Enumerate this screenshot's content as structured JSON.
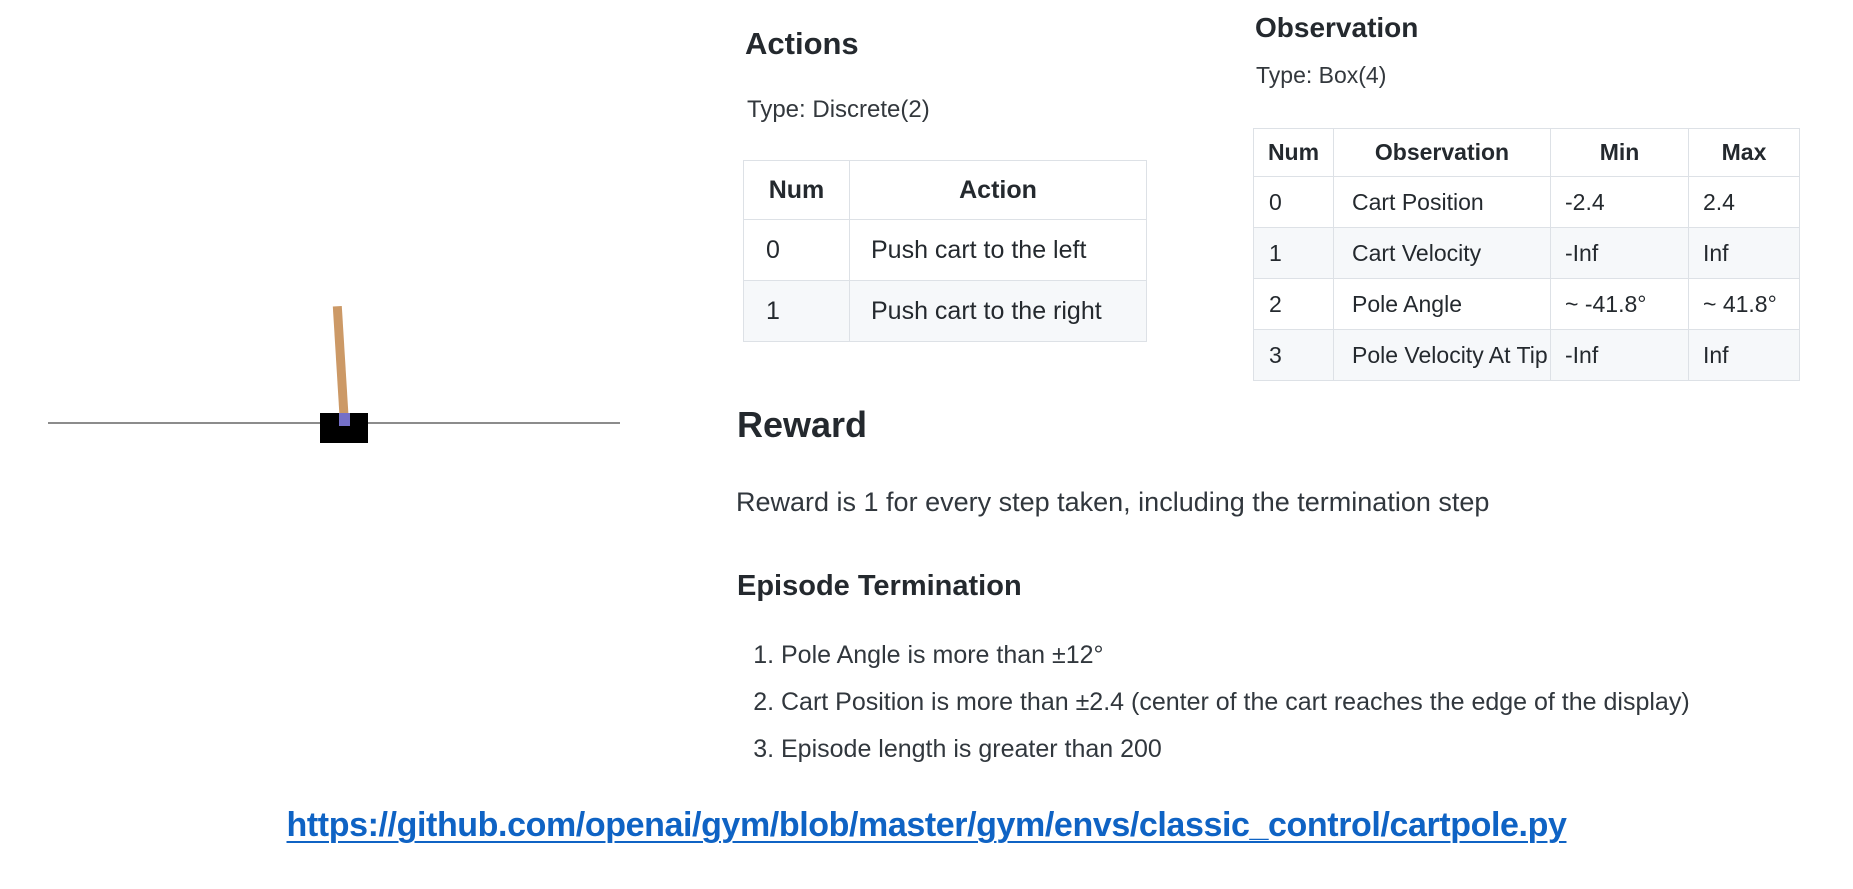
{
  "actions": {
    "title": "Actions",
    "type_label": "Type: Discrete(2)",
    "table": {
      "headers": [
        "Num",
        "Action"
      ],
      "rows": [
        [
          "0",
          "Push cart to the left"
        ],
        [
          "1",
          "Push cart to the right"
        ]
      ]
    }
  },
  "observation": {
    "title": "Observation",
    "type_label": "Type: Box(4)",
    "table": {
      "headers": [
        "Num",
        "Observation",
        "Min",
        "Max"
      ],
      "rows": [
        [
          "0",
          "Cart Position",
          "-2.4",
          "2.4"
        ],
        [
          "1",
          "Cart Velocity",
          "-Inf",
          "Inf"
        ],
        [
          "2",
          "Pole Angle",
          "~ -41.8°",
          "~ 41.8°"
        ],
        [
          "3",
          "Pole Velocity At Tip",
          "-Inf",
          "Inf"
        ]
      ]
    }
  },
  "reward": {
    "title": "Reward",
    "text": "Reward is 1 for every step taken, including the termination step"
  },
  "episode_termination": {
    "title": "Episode Termination",
    "items": [
      "Pole Angle is more than ±12°",
      "Cart Position is more than ±2.4 (center of the cart reaches the edge of the display)",
      "Episode length is greater than 200"
    ]
  },
  "link": {
    "text": "https://github.com/openai/gym/blob/master/gym/envs/classic_control/cartpole.py"
  },
  "colors": {
    "page-bg": "#ffffff",
    "heading-text": "#24292e",
    "body-text": "#2f363d",
    "table-border": "#dde1e6",
    "table-alt-row": "#f6f8fa",
    "track-gray": "#8c8c8c",
    "cart-black": "#000000",
    "pole-tan": "#cc9966",
    "axle-purple": "#7570c8",
    "link-blue": "#0f63c4"
  }
}
